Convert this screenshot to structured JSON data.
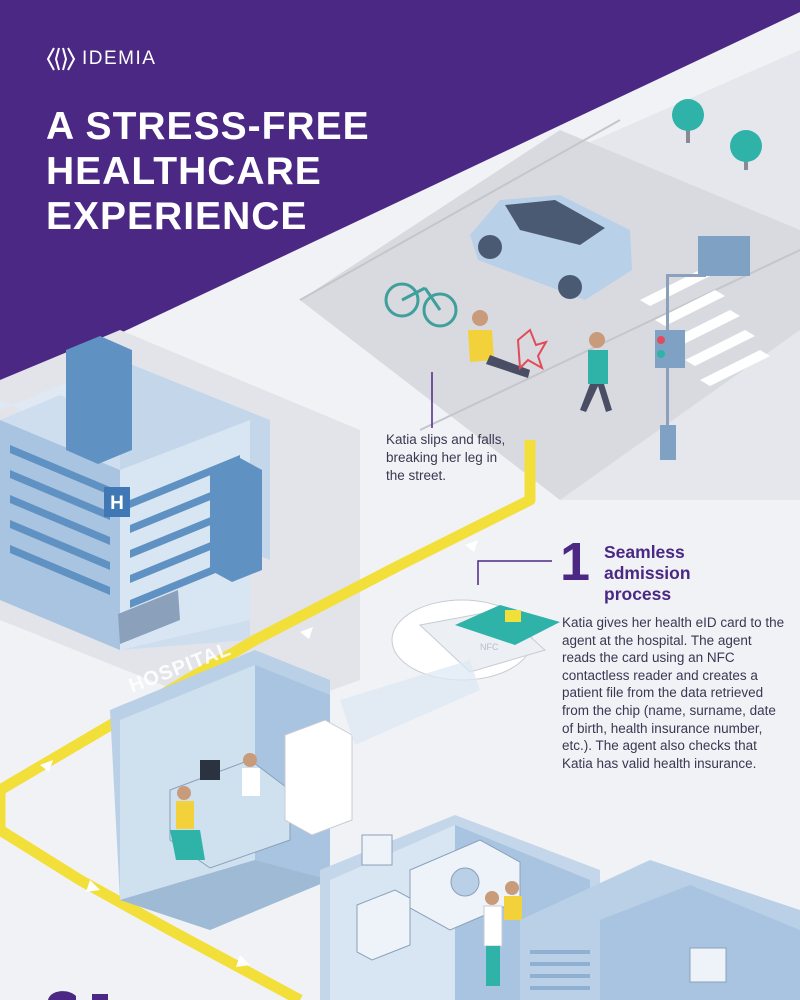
{
  "brand": {
    "name": "IDEMIA",
    "icon": "idemia-chevron-logo"
  },
  "title": {
    "line1": "A STRESS-FREE",
    "line2": "HEALTHCARE",
    "line3": "EXPERIENCE"
  },
  "scene": {
    "street_caption": "Katia slips and falls, breaking her leg in the street.",
    "hospital_sign": "HOSPITAL",
    "hospital_building_icon": "H",
    "card_reader_label": "NFC"
  },
  "step1": {
    "number": "1",
    "title_line1": "Seamless",
    "title_line2": "admission",
    "title_line3": "process",
    "body": "Katia gives her health eID card to the agent at the hospital. The agent reads the card using an NFC contactless reader and creates a patient file from the data retrieved from the chip (name, surname, date of birth, health insurance number, etc.). The agent also checks that Katia has valid health insurance."
  },
  "colors": {
    "header_purple": "#4b2883",
    "path_yellow": "#f2df3a",
    "street_gray": "#dcdde2",
    "building_blue": "#a8c4e0",
    "accent_teal": "#2fb3a8"
  }
}
